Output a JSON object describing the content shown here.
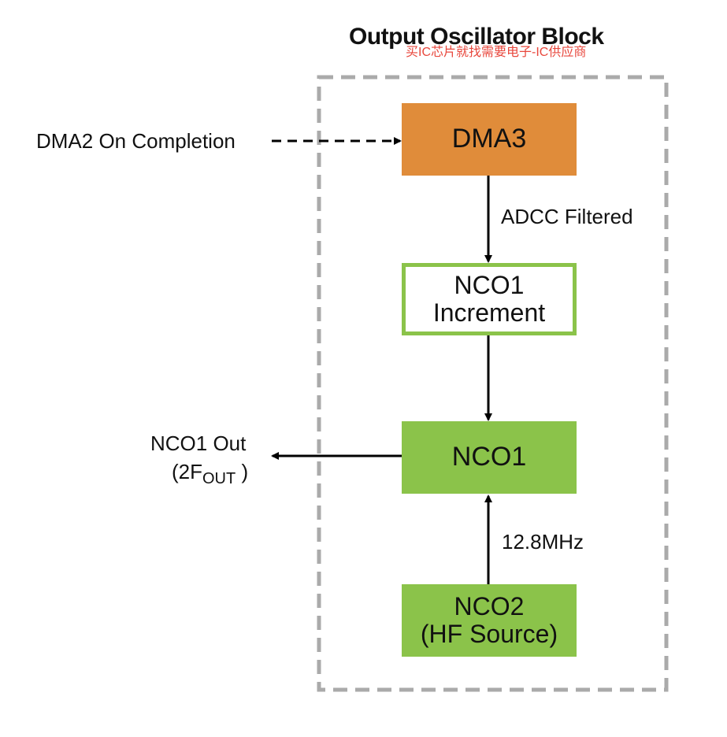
{
  "title": "Output Oscillator Block",
  "watermark": "买IC芯片就找需要电子-IC供应商",
  "blocks": {
    "dma3": "DMA3",
    "nco1_increment_line1": "NCO1",
    "nco1_increment_line2": "Increment",
    "nco1": "NCO1",
    "nco2_line1": "NCO2",
    "nco2_line2": "(HF Source)"
  },
  "labels": {
    "dma2_input": "DMA2 On Completion",
    "adcc_filtered": "ADCC Filtered",
    "nco1_out_line1": "NCO1 Out",
    "nco1_out_prefix": "(2F",
    "nco1_out_sub": "OUT",
    "nco1_out_suffix": " )",
    "clock_freq": "12.8MHz"
  },
  "colors": {
    "dma3_fill": "#e08c3a",
    "nco_fill": "#8bc34a",
    "border_dashed": "#aaaaaa",
    "watermark": "#e8473c"
  }
}
